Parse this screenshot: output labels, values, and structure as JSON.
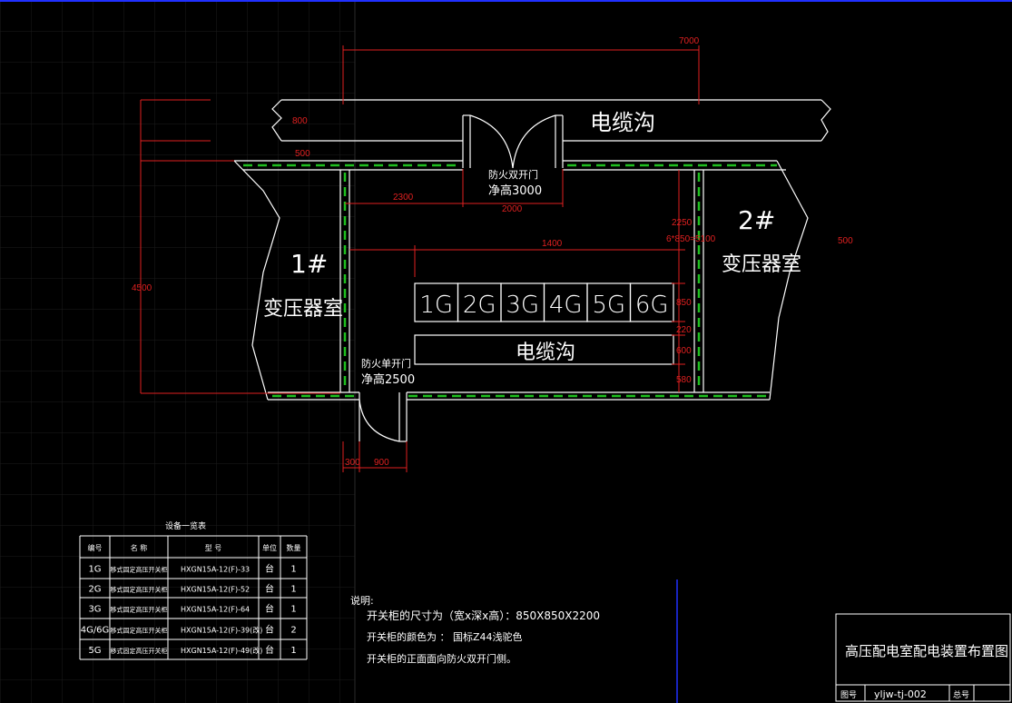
{
  "plan": {
    "cable_trench_top": "电缆沟",
    "cable_trench_inner": "电缆沟",
    "room_left_no": "1#",
    "room_left_name": "变压器室",
    "room_right_no": "2#",
    "room_right_name": "变压器室",
    "double_door_line1": "防火双开门",
    "double_door_line2": "净高3000",
    "single_door_line1": "防火单开门",
    "single_door_line2": "净高2500",
    "cabinets": [
      "1G",
      "2G",
      "3G",
      "4G",
      "5G",
      "6G"
    ],
    "cabinet_span": "6*850=5100",
    "right_outside_dim": "500"
  },
  "dims": {
    "d7000": "7000",
    "d800": "800",
    "d500": "500",
    "d4500": "4500",
    "d2300": "2300",
    "d2000": "2000",
    "d1400": "1400",
    "d2250": "2250",
    "d850": "850",
    "d220": "220",
    "d600": "600",
    "d580": "580",
    "d300": "300",
    "d900": "900"
  },
  "equipment_table": {
    "title": "设备一览表",
    "headers": [
      "编号",
      "名 称",
      "型 号",
      "单位",
      "数量"
    ],
    "rows": [
      [
        "1G",
        "移式固定高压开关柜",
        "HXGN15A-12(F)-33",
        "台",
        "1"
      ],
      [
        "2G",
        "移式固定高压开关柜",
        "HXGN15A-12(F)-52",
        "台",
        "1"
      ],
      [
        "3G",
        "移式固定高压开关柜",
        "HXGN15A-12(F)-64",
        "台",
        "1"
      ],
      [
        "4G/6G",
        "移式固定高压开关柜",
        "HXGN15A-12(F)-39(改)",
        "台",
        "2"
      ],
      [
        "5G",
        "移式固定高压开关柜",
        "HXGN15A-12(F)-49(改)",
        "台",
        "1"
      ]
    ]
  },
  "notes": {
    "title": "说明:",
    "line1": "开关柜的尺寸为（宽x深x高）：850X850X2200",
    "line2": "开关柜的颜色为 ： 国标Z44浅驼色",
    "line3": "开关柜的正面面向防火双开门侧。"
  },
  "title_block": {
    "drawing_title": "高压配电室配电装置布置图",
    "label_drawing_no": "图号",
    "drawing_no": "yljw-tj-002",
    "label_total_no": "总号"
  },
  "colors": {
    "background": "#000000",
    "wall": "#ffffff",
    "wall_green": "#1fc01f",
    "dimension": "#e02020",
    "grid": "#1a1a1a",
    "frame": "#2030ff"
  }
}
